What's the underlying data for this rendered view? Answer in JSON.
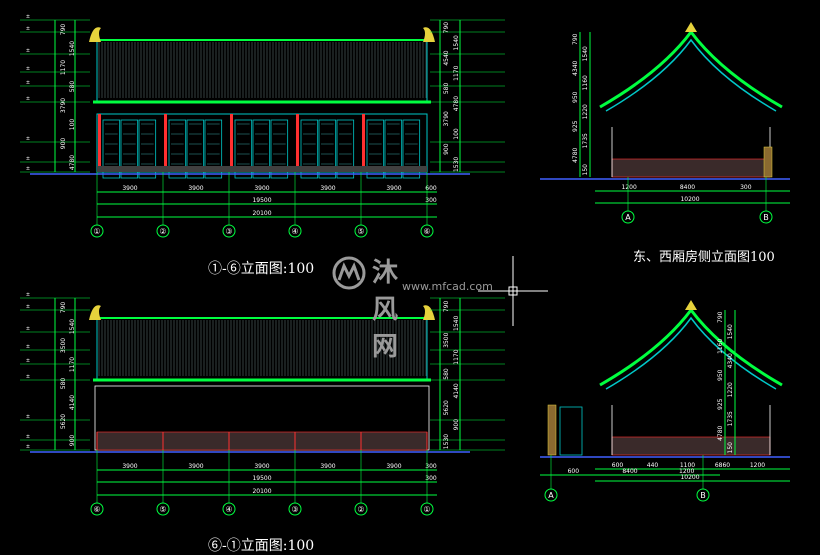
{
  "titles": {
    "front_elevation": "①-⑥立面图:100",
    "side_elevation": "东、西厢房侧立面图100",
    "rear_elevation": "⑥-①立面图:100"
  },
  "watermark": {
    "brand": "沐风网",
    "url": "www.mfcad.com"
  },
  "front": {
    "spans": [
      "3900",
      "3900",
      "3900",
      "3900",
      "3900"
    ],
    "end_dim": "600",
    "sub_total": "19500",
    "sub_end": "300",
    "total": "20100",
    "axes": [
      "①",
      "②",
      "③",
      "④",
      "⑤",
      "⑥"
    ],
    "left_dims": [
      "790",
      "1540",
      "1170",
      "580",
      "3790",
      "100",
      "900",
      "4780"
    ],
    "right_dims": [
      "790",
      "1540",
      "4540",
      "1170",
      "580",
      "4780",
      "3790",
      "100",
      "900",
      "1530"
    ]
  },
  "rear": {
    "spans": [
      "3900",
      "3900",
      "3900",
      "3900",
      "3900"
    ],
    "end_dim": "300",
    "sub_total": "19500",
    "sub_end": "300",
    "total": "20100",
    "axes": [
      "⑥",
      "⑤",
      "④",
      "③",
      "②",
      "①"
    ],
    "left_dims": [
      "790",
      "1540",
      "3500",
      "1170",
      "580",
      "4140",
      "5620",
      "900"
    ],
    "right_dims": [
      "790",
      "1540",
      "3500",
      "1170",
      "580",
      "4140",
      "5620",
      "900",
      "1530"
    ]
  },
  "side": {
    "spans": [
      "1200",
      "8400",
      "300"
    ],
    "total": "10200",
    "axes": [
      "A",
      "B"
    ],
    "left_dims": [
      "790",
      "1540",
      "4340",
      "1160",
      "950",
      "1220",
      "925",
      "1735",
      "4780",
      "150"
    ]
  },
  "side_bottom": {
    "spans_row1": [
      "600",
      "440",
      "1100",
      "6860",
      "1200"
    ],
    "spans_row2": [
      "600",
      "8400",
      "1200"
    ],
    "total": "10200",
    "axes": [
      "A",
      "B"
    ],
    "right_dims": [
      "790",
      "1540",
      "1160",
      "4340",
      "950",
      "1220",
      "925",
      "1735",
      "4780",
      "150"
    ]
  },
  "colors": {
    "background": "#000000",
    "cyan": "#00c8c8",
    "green": "#00ff40",
    "white": "#ffffff",
    "red": "#ff3030",
    "yellow": "#e6d23c",
    "blue": "#4060ff"
  }
}
